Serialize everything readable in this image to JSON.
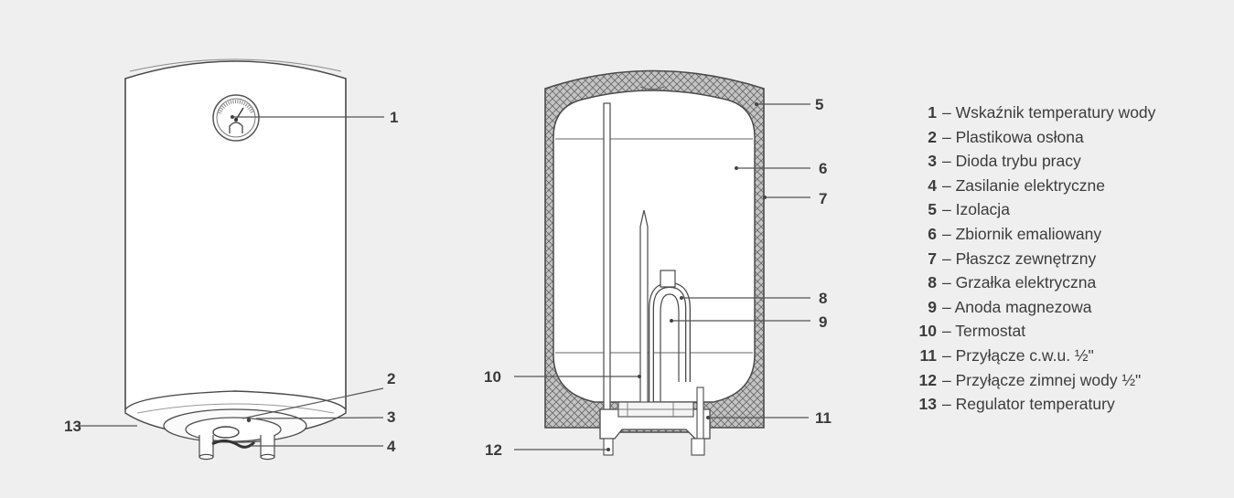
{
  "callouts": [
    "1",
    "2",
    "3",
    "4",
    "5",
    "6",
    "7",
    "8",
    "9",
    "10",
    "11",
    "12",
    "13"
  ],
  "legend": [
    {
      "num": "1",
      "text": "– Wskaźnik temperatury wody"
    },
    {
      "num": "2",
      "text": "– Plastikowa osłona"
    },
    {
      "num": "3",
      "text": "– Dioda trybu pracy"
    },
    {
      "num": "4",
      "text": "– Zasilanie elektryczne"
    },
    {
      "num": "5",
      "text": "– Izolacja"
    },
    {
      "num": "6",
      "text": "– Zbiornik emaliowany"
    },
    {
      "num": "7",
      "text": "– Płaszcz zewnętrzny"
    },
    {
      "num": "8",
      "text": "– Grzałka elektryczna"
    },
    {
      "num": "9",
      "text": "– Anoda magnezowa"
    },
    {
      "num": "10",
      "text": "– Termostat"
    },
    {
      "num": "11",
      "text": "– Przyłącze c.w.u. ½\""
    },
    {
      "num": "12",
      "text": "– Przyłącze zimnej wody ½\""
    },
    {
      "num": "13",
      "text": "– Regulator temperatury"
    }
  ],
  "colors": {
    "background": "#efefef",
    "outline": "#4a4a4a",
    "heater_body": "#ffffff",
    "insulation": "#bdbdbd"
  }
}
